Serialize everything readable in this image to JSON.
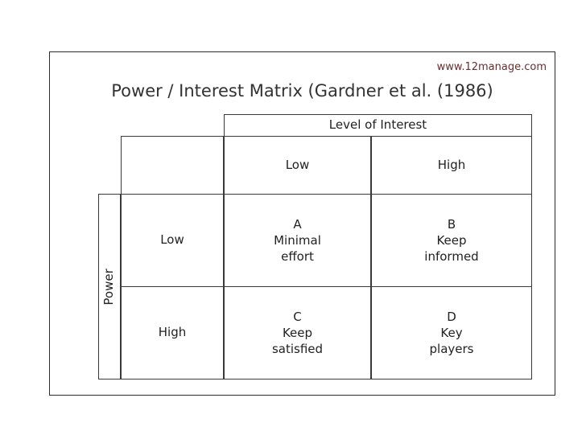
{
  "watermark": {
    "text": "www.12manage.com",
    "color": "#6b2d2d"
  },
  "title": "Power / Interest Matrix (Gardner et al. (1986)",
  "matrix": {
    "column_axis_label": "Level of Interest",
    "row_axis_label": "Power",
    "column_headers": [
      "Low",
      "High"
    ],
    "row_headers": [
      "Low",
      "High"
    ],
    "corner_blank": "",
    "cells": [
      {
        "key": "A",
        "line1": "Minimal",
        "line2": "effort",
        "power": "Low",
        "interest": "Low"
      },
      {
        "key": "B",
        "line1": "Keep",
        "line2": "informed",
        "power": "Low",
        "interest": "High"
      },
      {
        "key": "C",
        "line1": "Keep",
        "line2": "satisfied",
        "power": "High",
        "interest": "Low"
      },
      {
        "key": "D",
        "line1": "Key",
        "line2": "players",
        "power": "High",
        "interest": "High"
      }
    ]
  },
  "colors": {
    "background": "#ffffff",
    "frame_border": "#2b2b2b",
    "grid_line": "#3a3a3a",
    "text": "#222222",
    "title_text": "#333333"
  }
}
